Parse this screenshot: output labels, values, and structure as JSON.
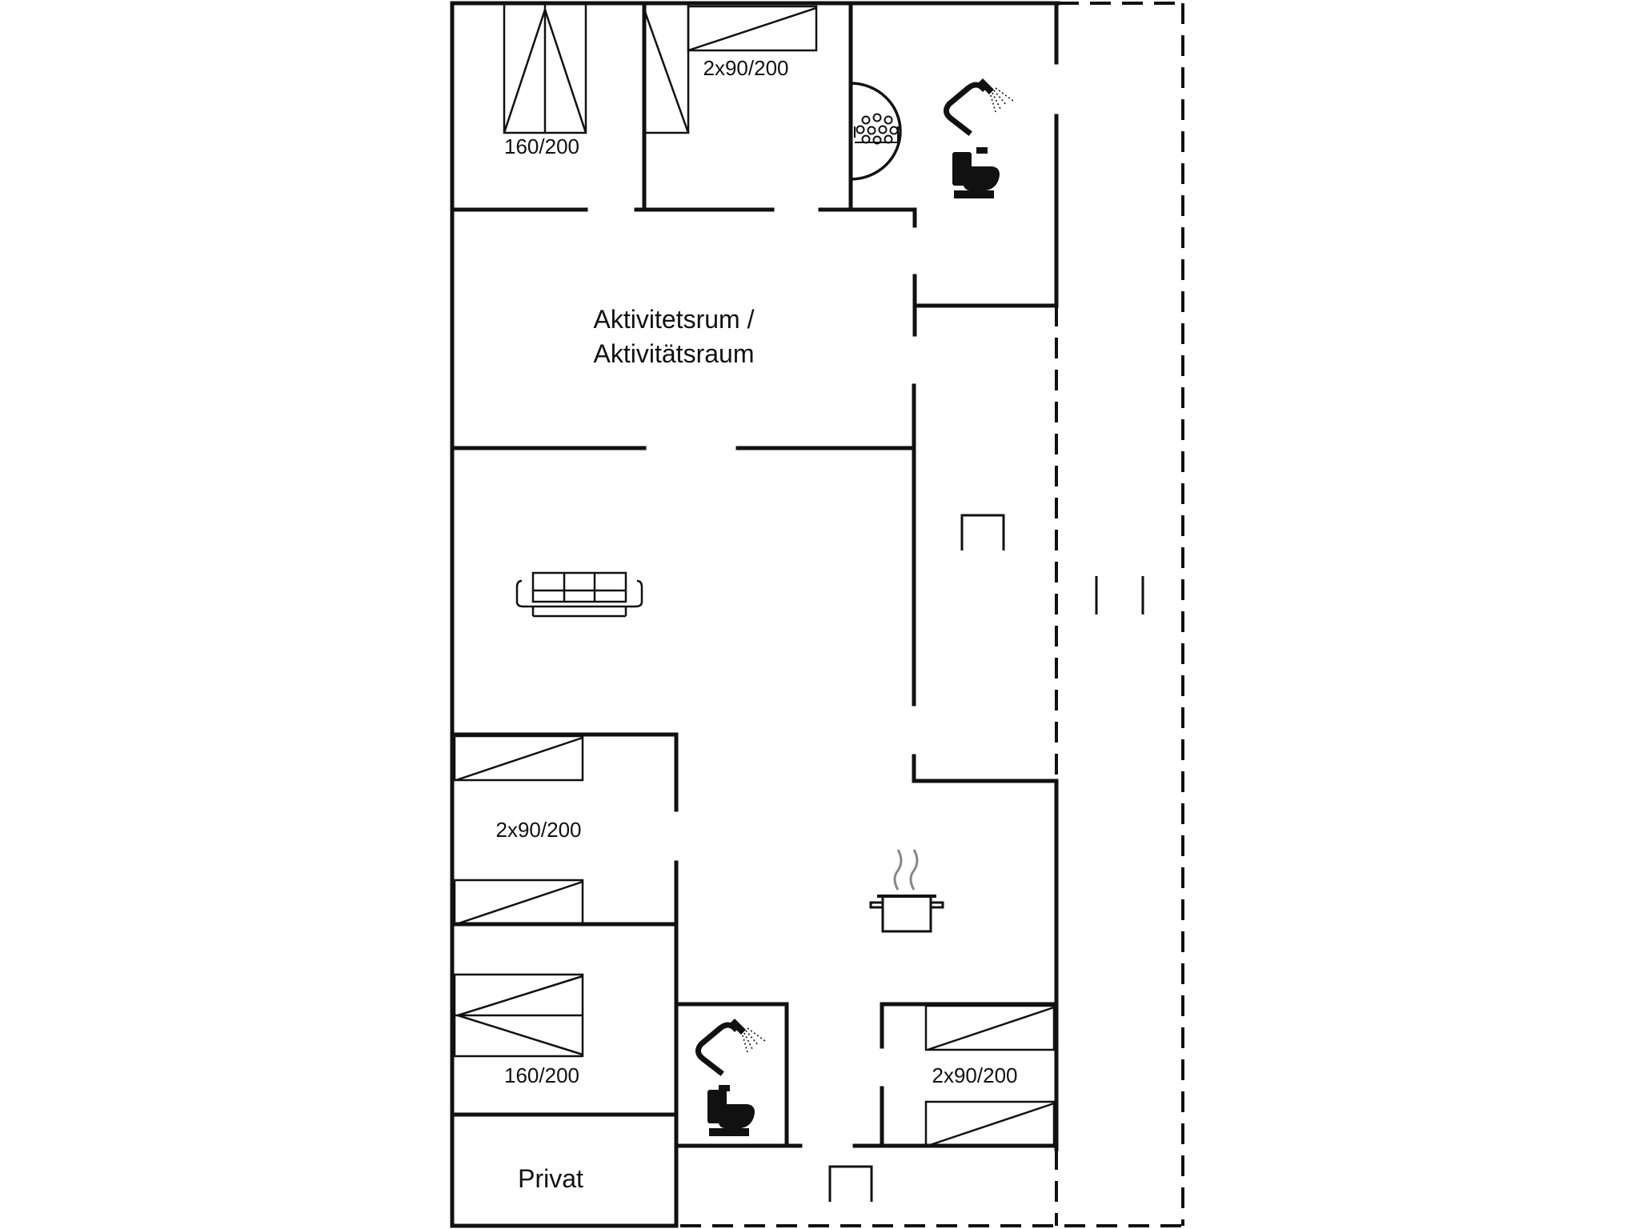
{
  "floorplan": {
    "labels": {
      "bed_top_left": "160/200",
      "bed_top_mid": "2x90/200",
      "activity_line1": "Aktivitetsrum /",
      "activity_line2": "Aktivitätsraum",
      "bed_left_mid": "2x90/200",
      "bed_left_bottom": "160/200",
      "bed_right_bottom": "2x90/200",
      "private": "Privat"
    },
    "icons": [
      "double-bed-icon",
      "twin-bed-icon",
      "sauna-icon",
      "shower-icon",
      "toilet-icon",
      "sofa-icon",
      "cooking-pot-icon",
      "doorway-icon"
    ],
    "colors": {
      "line": "#111111",
      "background": "#ffffff"
    }
  }
}
